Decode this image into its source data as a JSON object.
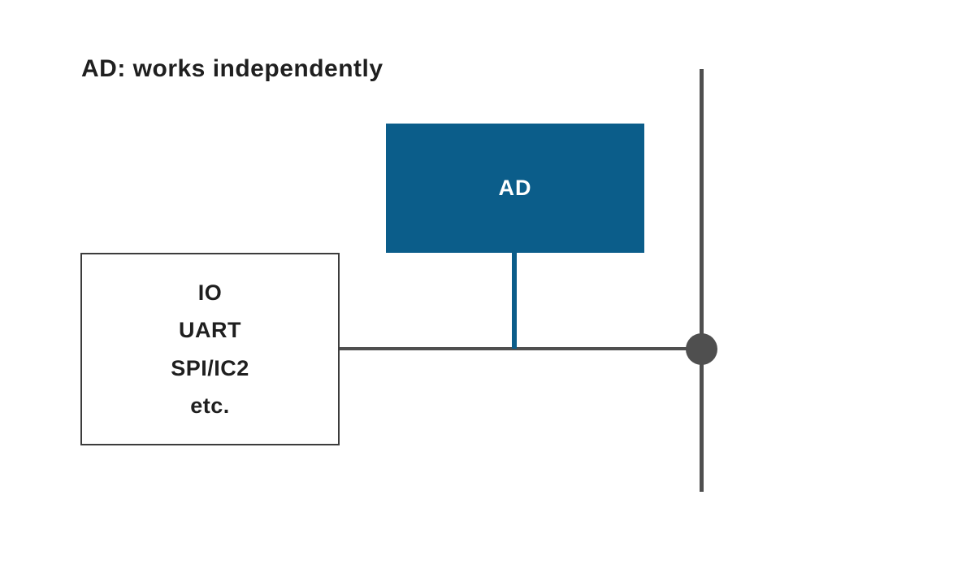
{
  "title": "AD: works independently",
  "diagram": {
    "ad_box": {
      "label": "AD",
      "fill_color": "#0b5d8a",
      "text_color": "#ffffff"
    },
    "io_box": {
      "lines": [
        "IO",
        "UART",
        "SPI/IC2",
        "etc."
      ],
      "border_color": "#3c3c3c"
    },
    "connectors": {
      "bus_line_color": "#4f4f4f",
      "ad_connector_color": "#0b5d8a",
      "junction_color": "#4f4f4f"
    }
  }
}
